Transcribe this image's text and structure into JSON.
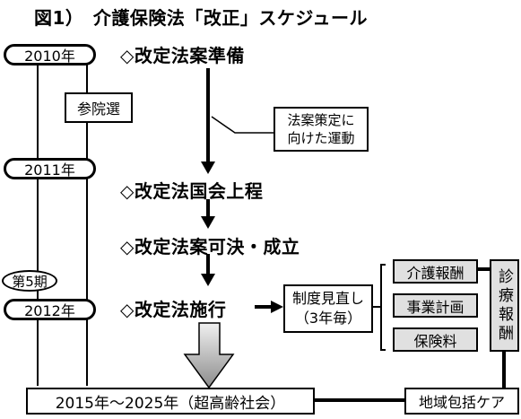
{
  "title": "図1）　介護保険法「改正」スケジュール",
  "years": {
    "y2010": "2010年",
    "y2011": "2011年",
    "y2012": "2012年"
  },
  "period_label": "第5期",
  "election_label": "参院選",
  "steps": {
    "prepare": "◇改定法案準備",
    "submit": "◇改定法国会上程",
    "pass": "◇改定法案可決・成立",
    "enforce": "◇改定法施行"
  },
  "campaign_note": [
    "法案策定に",
    "向けた運動"
  ],
  "review_box": [
    "制度見直し",
    "（3年毎）"
  ],
  "review_items": [
    "介護報酬",
    "事業計画",
    "保険料"
  ],
  "medical_fee": "診療報酬",
  "bottom_target": "2015年～2025年（超高齢社会）",
  "community_care": "地域包括ケア",
  "colors": {
    "line": "#000000",
    "gray_box": "#e0e0e0",
    "big_arrow_top": "#f0f0f0",
    "big_arrow_bottom": "#8c8c8c"
  }
}
